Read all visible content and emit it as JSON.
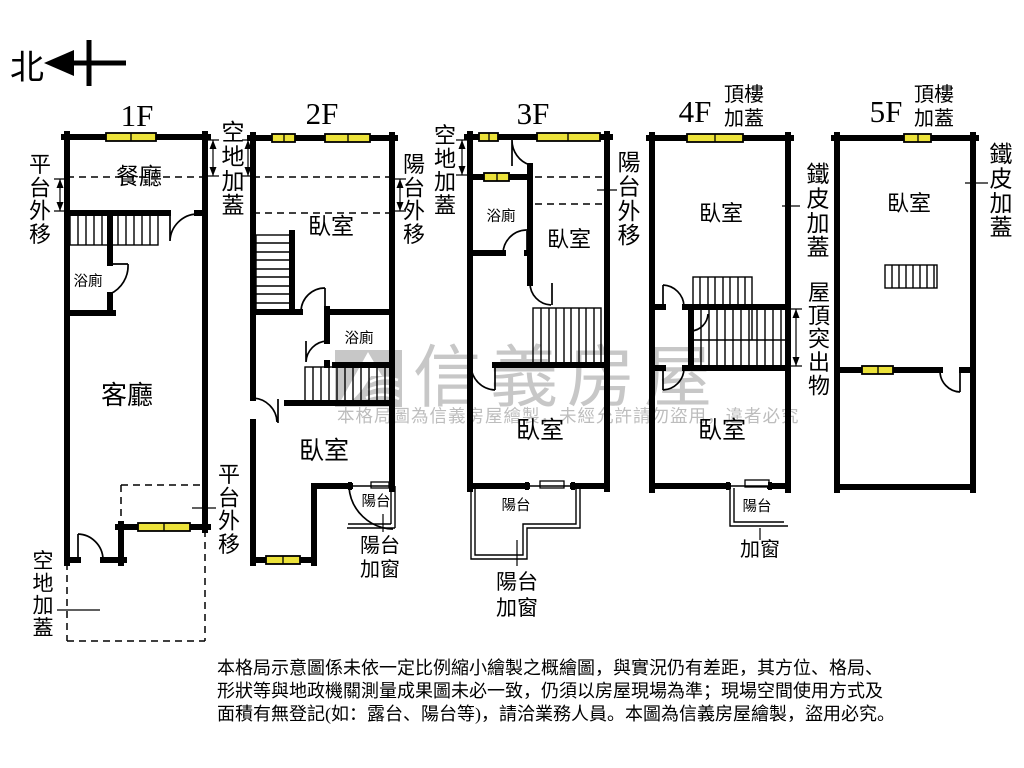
{
  "compass": {
    "north": "北"
  },
  "watermark": {
    "brand": "信義房屋",
    "notice": "本格局圖為信義房屋繪製，未經允許請勿盜用，違者必究"
  },
  "disclaimer": {
    "line1": "本格局示意圖係未依一定比例縮小繪製之概繪圖，與實況仍有差距，其方位、格局、",
    "line2": "形狀等與地政機關測量成果圖未必一致，仍須以房屋現場為準；現場空間使用方式及",
    "line3": "面積有無登記(如：露台、陽台等)，請洽業務人員。本圖為信義房屋繪製，盜用必究。"
  },
  "floors": {
    "f1": {
      "title": "1F",
      "dining": "餐廳",
      "bath": "浴廁",
      "living": "客廳",
      "platform_left": "平台外移",
      "openland_right": "空地加蓋",
      "openland_bottom": "空地加蓋",
      "platform_bottom_right": "平台外移"
    },
    "f2": {
      "title": "2F",
      "bedroom_upper": "臥室",
      "bath": "浴廁",
      "bedroom_lower": "臥室",
      "balcony": "陽台",
      "balcony_note1": "陽台",
      "balcony_note2": "加窗",
      "balcony_right": "陽台外移"
    },
    "f3": {
      "title": "3F",
      "bath": "浴廁",
      "bedroom_upper": "臥室",
      "bedroom_lower": "臥室",
      "balcony": "陽台",
      "balcony_note1": "陽台",
      "balcony_note2": "加窗",
      "openland_left": "空地加蓋",
      "balcony_right": "陽台外移"
    },
    "f4": {
      "title": "4F",
      "rooftop1": "頂樓",
      "rooftop2": "加蓋",
      "bedroom_upper": "臥室",
      "bedroom_lower": "臥室",
      "balcony": "陽台",
      "balcony_note": "加窗",
      "metal_right": "鐵皮加蓋",
      "roof_protrusion": "屋頂突出物"
    },
    "f5": {
      "title": "5F",
      "rooftop1": "頂樓",
      "rooftop2": "加蓋",
      "bedroom": "臥室",
      "metal_right": "鐵皮加蓋"
    }
  }
}
